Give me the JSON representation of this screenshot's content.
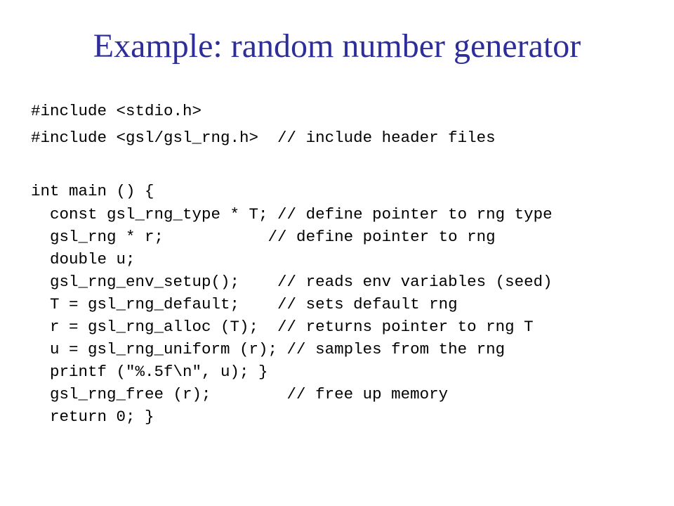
{
  "slide": {
    "title": "Example: random number generator",
    "code_lines": [
      "#include <stdio.h>",
      "#include <gsl/gsl_rng.h>  // include header files",
      "int main () {",
      "  const gsl_rng_type * T; // define pointer to rng type",
      "  gsl_rng * r;           // define pointer to rng",
      "  double u;",
      "  gsl_rng_env_setup();    // reads env variables (seed)",
      "  T = gsl_rng_default;    // sets default rng",
      "  r = gsl_rng_alloc (T);  // returns pointer to rng T",
      "  u = gsl_rng_uniform (r); // samples from the rng",
      "  printf (\"%.5f\\n\", u); }",
      "  gsl_rng_free (r);        // free up memory",
      "  return 0; }"
    ]
  }
}
